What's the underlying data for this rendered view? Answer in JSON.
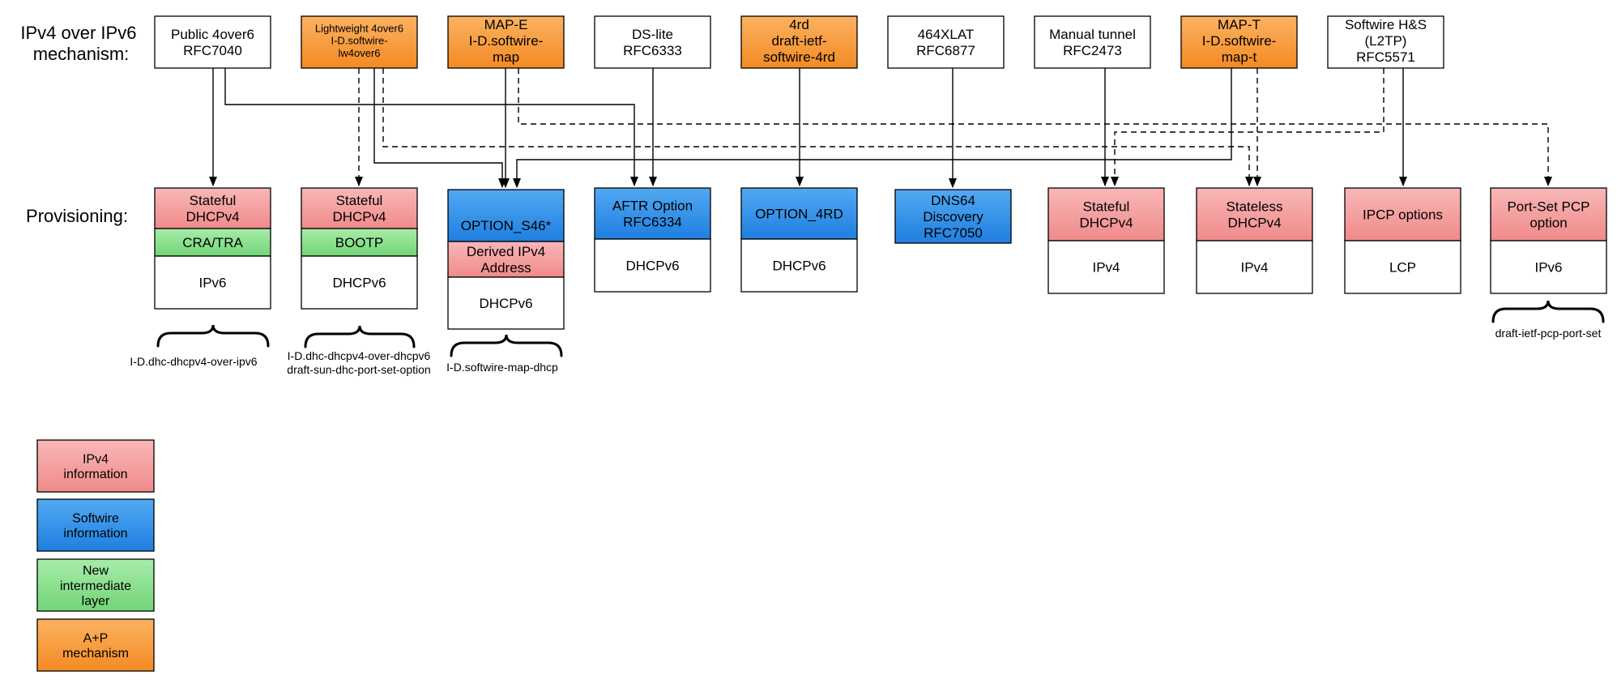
{
  "row_labels": {
    "mechanism": [
      "IPv4 over IPv6",
      "mechanism:"
    ],
    "provisioning": "Provisioning:"
  },
  "colors": {
    "ipv4": "#f7a3a3",
    "softwire": "#2d8fe6",
    "intermediate": "#8fe28f",
    "aplusp": "#f89d3f",
    "plain": "#ffffff"
  },
  "mechanisms": [
    {
      "id": "public4over6",
      "lines": [
        "Public 4over6",
        "RFC7040"
      ],
      "color": "plain",
      "small": false
    },
    {
      "id": "lw4over6",
      "lines": [
        "Lightweight 4over6",
        "I-D.softwire-",
        "lw4over6"
      ],
      "color": "aplusp",
      "small": true
    },
    {
      "id": "mape",
      "lines": [
        "MAP-E",
        "I-D.softwire-",
        "map"
      ],
      "color": "aplusp",
      "small": false
    },
    {
      "id": "dslite",
      "lines": [
        "DS-lite",
        "RFC6333"
      ],
      "color": "plain",
      "small": false
    },
    {
      "id": "4rd",
      "lines": [
        "4rd",
        "draft-ietf-",
        "softwire-4rd"
      ],
      "color": "aplusp",
      "small": false
    },
    {
      "id": "464xlat",
      "lines": [
        "464XLAT",
        "RFC6877"
      ],
      "color": "plain",
      "small": false
    },
    {
      "id": "manual",
      "lines": [
        "Manual tunnel",
        "RFC2473"
      ],
      "color": "plain",
      "small": false
    },
    {
      "id": "mapt",
      "lines": [
        "MAP-T",
        "I-D.softwire-",
        "map-t"
      ],
      "color": "aplusp",
      "small": false
    },
    {
      "id": "hs",
      "lines": [
        "Softwire H&S",
        "(L2TP)",
        "RFC5571"
      ],
      "color": "plain",
      "small": false
    }
  ],
  "provisioning": [
    {
      "id": "p-public4over6",
      "layers": [
        {
          "lines": [
            "Stateful",
            "DHCPv4"
          ],
          "color": "ipv4"
        },
        {
          "lines": [
            "CRA/TRA"
          ],
          "color": "intermediate"
        },
        {
          "lines": [
            "IPv6"
          ],
          "color": "plain"
        }
      ]
    },
    {
      "id": "p-lw4over6",
      "layers": [
        {
          "lines": [
            "Stateful",
            "DHCPv4"
          ],
          "color": "ipv4"
        },
        {
          "lines": [
            "BOOTP"
          ],
          "color": "intermediate"
        },
        {
          "lines": [
            "DHCPv6"
          ],
          "color": "plain"
        }
      ]
    },
    {
      "id": "p-option-s46",
      "layers": [
        {
          "lines": [
            "OPTION_S46*"
          ],
          "color": "softwire"
        },
        {
          "lines": [
            "Derived IPv4",
            "Address"
          ],
          "color": "ipv4"
        },
        {
          "lines": [
            "DHCPv6"
          ],
          "color": "plain"
        }
      ]
    },
    {
      "id": "p-aftr",
      "layers": [
        {
          "lines": [
            "AFTR Option",
            "RFC6334"
          ],
          "color": "softwire"
        },
        {
          "lines": [
            "DHCPv6"
          ],
          "color": "plain"
        }
      ]
    },
    {
      "id": "p-option-4rd",
      "layers": [
        {
          "lines": [
            "OPTION_4RD"
          ],
          "color": "softwire"
        },
        {
          "lines": [
            "DHCPv6"
          ],
          "color": "plain"
        }
      ]
    },
    {
      "id": "p-dns64",
      "layers": [
        {
          "lines": [
            "DNS64",
            "Discovery",
            "RFC7050"
          ],
          "color": "softwire"
        }
      ]
    },
    {
      "id": "p-stateful-v4",
      "layers": [
        {
          "lines": [
            "Stateful",
            "DHCPv4"
          ],
          "color": "ipv4"
        },
        {
          "lines": [
            "IPv4"
          ],
          "color": "plain"
        }
      ]
    },
    {
      "id": "p-stateless-v4",
      "layers": [
        {
          "lines": [
            "Stateless",
            "DHCPv4"
          ],
          "color": "ipv4"
        },
        {
          "lines": [
            "IPv4"
          ],
          "color": "plain"
        }
      ]
    },
    {
      "id": "p-ipcp",
      "layers": [
        {
          "lines": [
            "IPCP options"
          ],
          "color": "ipv4"
        },
        {
          "lines": [
            "LCP"
          ],
          "color": "plain"
        }
      ]
    },
    {
      "id": "p-portset",
      "layers": [
        {
          "lines": [
            "Port-Set PCP",
            "option"
          ],
          "color": "ipv4"
        },
        {
          "lines": [
            "IPv6"
          ],
          "color": "plain"
        }
      ]
    }
  ],
  "references": [
    {
      "id": "ref-dhcpv4-over-ipv6",
      "lines": [
        "I-D.dhc-dhcpv4-over-ipv6"
      ]
    },
    {
      "id": "ref-dhcpv4-over-dhcpv6",
      "lines": [
        "I-D.dhc-dhcpv4-over-dhcpv6",
        "draft-sun-dhc-port-set-option"
      ]
    },
    {
      "id": "ref-map-dhcp",
      "lines": [
        "I-D.softwire-map-dhcp"
      ]
    },
    {
      "id": "ref-pcp-port-set",
      "lines": [
        "draft-ietf-pcp-port-set"
      ]
    }
  ],
  "legend": [
    {
      "id": "legend-ipv4",
      "lines": [
        "IPv4",
        "information"
      ],
      "color": "ipv4"
    },
    {
      "id": "legend-softwire",
      "lines": [
        "Softwire",
        "information"
      ],
      "color": "softwire"
    },
    {
      "id": "legend-intermediate",
      "lines": [
        "New",
        "intermediate",
        "layer"
      ],
      "color": "intermediate"
    },
    {
      "id": "legend-aplusp",
      "lines": [
        "A+P",
        "mechanism"
      ],
      "color": "aplusp"
    }
  ],
  "connections": [
    {
      "from": "public4over6",
      "to": "p-public4over6",
      "style": "solid"
    },
    {
      "from": "public4over6",
      "to": "p-aftr",
      "style": "solid"
    },
    {
      "from": "lw4over6",
      "to": "p-lw4over6",
      "style": "dashed"
    },
    {
      "from": "lw4over6",
      "to": "p-option-s46",
      "style": "solid"
    },
    {
      "from": "lw4over6",
      "to": "p-stateless-v4",
      "style": "dashed"
    },
    {
      "from": "mape",
      "to": "p-option-s46",
      "style": "solid"
    },
    {
      "from": "mape",
      "to": "p-portset",
      "style": "dashed"
    },
    {
      "from": "dslite",
      "to": "p-aftr",
      "style": "solid"
    },
    {
      "from": "4rd",
      "to": "p-option-4rd",
      "style": "solid"
    },
    {
      "from": "464xlat",
      "to": "p-dns64",
      "style": "solid"
    },
    {
      "from": "manual",
      "to": "p-stateful-v4",
      "style": "solid"
    },
    {
      "from": "mapt",
      "to": "p-option-s46",
      "style": "solid"
    },
    {
      "from": "mapt",
      "to": "p-stateless-v4",
      "style": "dashed"
    },
    {
      "from": "hs",
      "to": "p-stateful-v4",
      "style": "dashed"
    },
    {
      "from": "hs",
      "to": "p-ipcp",
      "style": "solid"
    }
  ]
}
